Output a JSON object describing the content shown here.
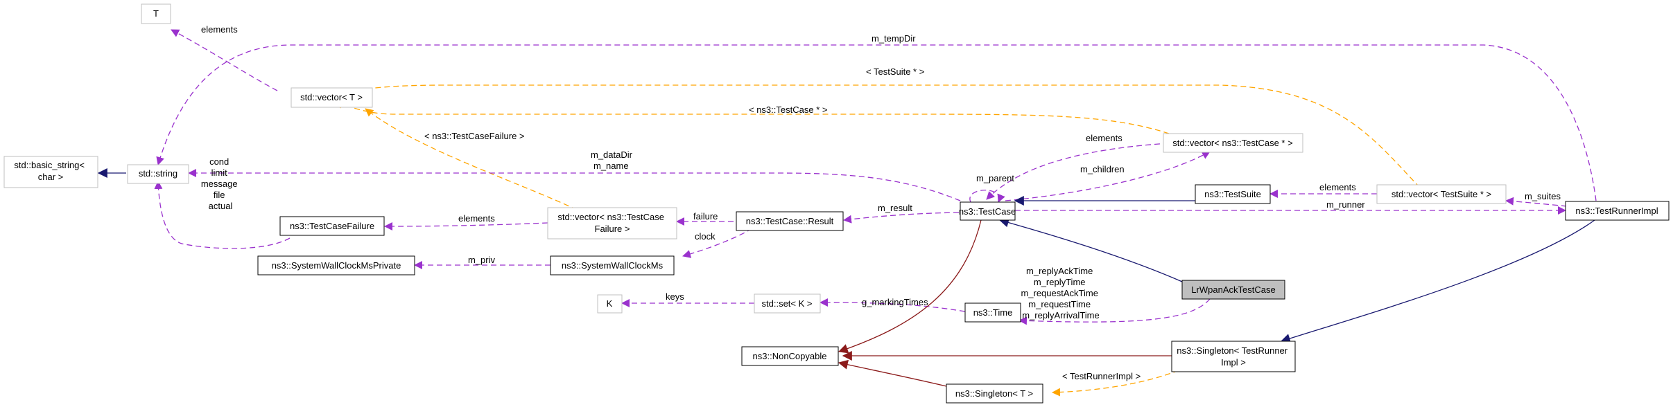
{
  "nodes": {
    "T": "T",
    "vector_T": "std::vector< T >",
    "basic_string": [
      "std::basic_string<",
      "char >"
    ],
    "string": "std::string",
    "testcasefailure": "ns3::TestCaseFailure",
    "vector_failure": [
      "std::vector< ns3::TestCase",
      "Failure >"
    ],
    "result": "ns3::TestCase::Result",
    "testcase": "ns3::TestCase",
    "vector_testcase": "std::vector< ns3::TestCase * >",
    "testsuite": "ns3::TestSuite",
    "vector_testsuite": "std::vector< TestSuite * >",
    "testrunnerimpl": "ns3::TestRunnerImpl",
    "lrwpan": "LrWpanAckTestCase",
    "swcmp": "ns3::SystemWallClockMsPrivate",
    "swcm": "ns3::SystemWallClockMs",
    "K": "K",
    "set_K": "std::set< K >",
    "time": "ns3::Time",
    "noncopyable": "ns3::NonCopyable",
    "singleton_tri": [
      "ns3::Singleton< TestRunner",
      "Impl >"
    ],
    "singleton_T": "ns3::Singleton< T >"
  },
  "edge_labels": {
    "elements_T": "elements",
    "m_tempDir": "m_tempDir",
    "ts_template": "< TestSuite * >",
    "tc_template": "< ns3::TestCase * >",
    "tcf_template": "< ns3::TestCaseFailure >",
    "string_to_testcase": [
      "m_dataDir",
      "m_name"
    ],
    "string_to_tcf": [
      "cond",
      "limit",
      "message",
      "file",
      "actual"
    ],
    "elements_failure": "elements",
    "failure": "failure",
    "clock": "clock",
    "m_result": "m_result",
    "m_parent": "m_parent",
    "elements_tc": "elements",
    "m_children": "m_children",
    "elements_ts": "elements",
    "m_suites": "m_suites",
    "m_runner": "m_runner",
    "m_priv": "m_priv",
    "keys": "keys",
    "g_markingTimes": "g_markingTimes",
    "time_fields": [
      "m_replyAckTime",
      "m_replyTime",
      "m_requestAckTime",
      "m_requestTime",
      "m_replyArrivalTime"
    ],
    "tri_template": "< TestRunnerImpl >"
  },
  "colors": {
    "inheritance": "#191970",
    "usage": "#9a32cd",
    "template": "#ffa500",
    "private_inheritance": "#8b1a1a",
    "node_border": "#000000",
    "node_border_external": "#bfbfbf",
    "highlight_fill": "#bfbfbf"
  }
}
